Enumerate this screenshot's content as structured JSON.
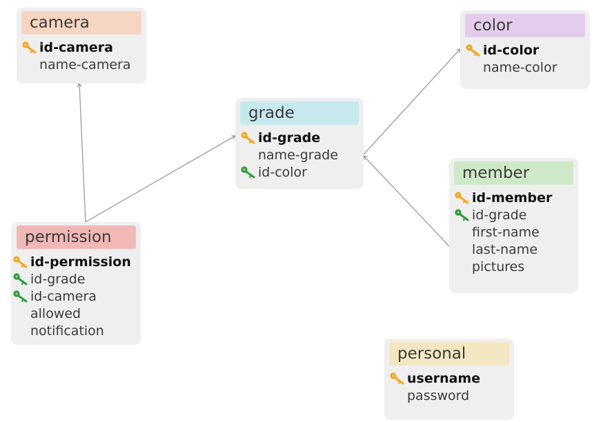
{
  "colors": {
    "camera": "#f6d5c2",
    "color": "#e4cdec",
    "grade": "#c6e9ee",
    "member": "#cfe9c8",
    "permission": "#f1b8b8",
    "personal": "#f3e7c2",
    "primary_key": "#f2a51e",
    "foreign_key": "#2f9a3a",
    "edge": "#9a9a9a"
  },
  "entities": {
    "camera": {
      "title": "camera",
      "fields": [
        {
          "name": "id-camera",
          "key": "primary"
        },
        {
          "name": "name-camera",
          "key": "none"
        }
      ]
    },
    "color": {
      "title": "color",
      "fields": [
        {
          "name": "id-color",
          "key": "primary"
        },
        {
          "name": "name-color",
          "key": "none"
        }
      ]
    },
    "grade": {
      "title": "grade",
      "fields": [
        {
          "name": "id-grade",
          "key": "primary"
        },
        {
          "name": "name-grade",
          "key": "none"
        },
        {
          "name": "id-color",
          "key": "foreign"
        }
      ]
    },
    "member": {
      "title": "member",
      "fields": [
        {
          "name": "id-member",
          "key": "primary"
        },
        {
          "name": "id-grade",
          "key": "foreign"
        },
        {
          "name": "first-name",
          "key": "none"
        },
        {
          "name": "last-name",
          "key": "none"
        },
        {
          "name": "pictures",
          "key": "none"
        }
      ]
    },
    "permission": {
      "title": "permission",
      "fields": [
        {
          "name": "id-permission",
          "key": "primary"
        },
        {
          "name": "id-grade",
          "key": "foreign"
        },
        {
          "name": "id-camera",
          "key": "foreign"
        },
        {
          "name": "allowed",
          "key": "none"
        },
        {
          "name": "notification",
          "key": "none"
        }
      ]
    },
    "personal": {
      "title": "personal",
      "fields": [
        {
          "name": "username",
          "key": "primary"
        },
        {
          "name": "password",
          "key": "none"
        }
      ]
    }
  },
  "relationships": [
    {
      "from": "permission",
      "to": "camera"
    },
    {
      "from": "permission",
      "to": "grade"
    },
    {
      "from": "grade",
      "to": "color"
    },
    {
      "from": "member",
      "to": "grade"
    }
  ]
}
